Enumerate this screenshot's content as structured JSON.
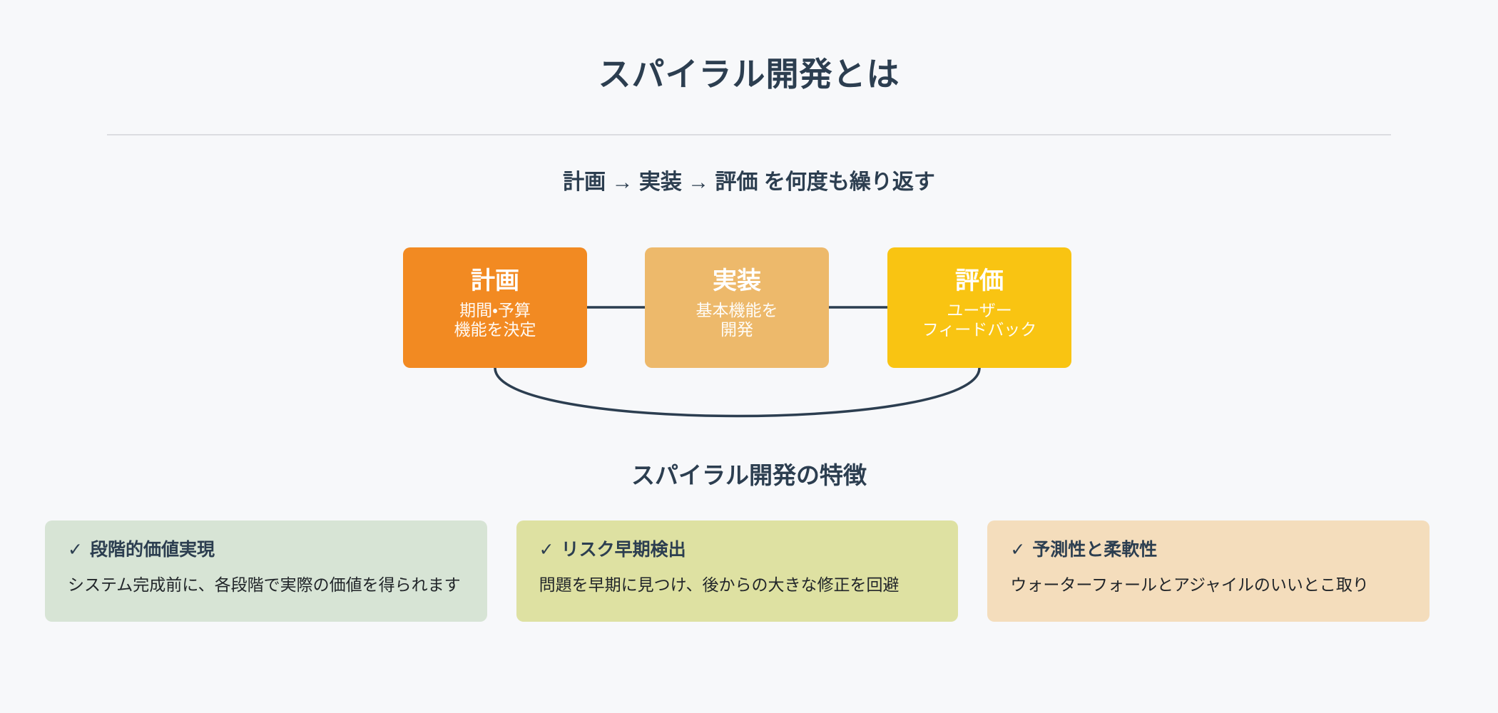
{
  "page": {
    "title": "スパイラル開発とは",
    "subtitle": "計画 → 実装 → 評価 を何度も繰り返す",
    "features_title": "スパイラル開発の特徴"
  },
  "cycle": {
    "steps": [
      {
        "label": "計画",
        "desc_line1": "期間・予算",
        "desc_line2": "機能を決定",
        "color": "#f28a22"
      },
      {
        "label": "実装",
        "desc_line1": "基本機能を",
        "desc_line2": "開発",
        "color": "#edb96b"
      },
      {
        "label": "評価",
        "desc_line1": "ユーザー",
        "desc_line2": "フィードバック",
        "color": "#f9c412"
      }
    ],
    "connector_color": "#2c3e50"
  },
  "features": [
    {
      "check": "✓",
      "title": "段階的価値実現",
      "description": "システム完成前に、各段階で実際の価値を得られます",
      "bg": "#d7e4d5"
    },
    {
      "check": "✓",
      "title": "リスク早期検出",
      "description": "問題を早期に見つけ、後からの大きな修正を回避",
      "bg": "#dee1a2"
    },
    {
      "check": "✓",
      "title": "予測性と柔軟性",
      "description": "ウォーターフォールとアジャイルのいいとこ取り",
      "bg": "#f4ddbc"
    }
  ],
  "colors": {
    "page_background": "#f7f8fa",
    "heading_text": "#2c3e50",
    "divider": "#dcdde1",
    "body_text": "#212529"
  }
}
